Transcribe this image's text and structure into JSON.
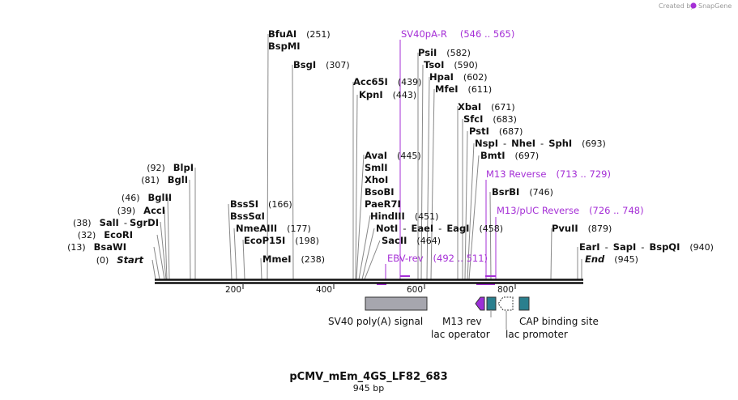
{
  "branding": {
    "created_by": "Created by",
    "product": "SnapGene"
  },
  "map": {
    "title": "pCMV_mEm_4GS_LF82_683",
    "length": "945 bp"
  },
  "ruler": {
    "ticks": [
      "200",
      "400",
      "600",
      "800"
    ]
  },
  "sites": [
    {
      "name": "Start",
      "pos": "(0)",
      "italic": true
    },
    {
      "name": "BsaWI",
      "pos": "(13)"
    },
    {
      "name": "EcoRI",
      "pos": "(32)"
    },
    {
      "name": "SalI",
      "sep": "-",
      "name2": "SgrDI",
      "pos": "(38)"
    },
    {
      "name": "AccI",
      "pos": "(39)"
    },
    {
      "name": "BglII",
      "pos": "(46)"
    },
    {
      "name": "BglI",
      "pos": "(81)"
    },
    {
      "name": "BlpI",
      "pos": "(92)"
    },
    {
      "name": "BssSI",
      "pos": "(166)"
    },
    {
      "name": "BssSαI"
    },
    {
      "name": "NmeAIII",
      "pos": "(177)"
    },
    {
      "name": "EcoP15I",
      "pos": "(198)"
    },
    {
      "name": "MmeI",
      "pos": "(238)"
    },
    {
      "name": "BfuAI",
      "pos": "(251)"
    },
    {
      "name": "BspMI"
    },
    {
      "name": "BsgI",
      "pos": "(307)"
    },
    {
      "name": "Acc65I",
      "pos": "(439)"
    },
    {
      "name": "KpnI",
      "pos": "(443)"
    },
    {
      "name": "AvaI",
      "pos": "(445)"
    },
    {
      "name": "SmlI"
    },
    {
      "name": "XhoI"
    },
    {
      "name": "BsoBI"
    },
    {
      "name": "PaeR7I"
    },
    {
      "name": "HindIII",
      "pos": "(451)"
    },
    {
      "name": "NotI",
      "sep": "-",
      "name2": "EaeI",
      "sep2": "-",
      "name3": "EagI",
      "pos": "(458)"
    },
    {
      "name": "SacII",
      "pos": "(464)"
    },
    {
      "name": "PsiI",
      "pos": "(582)"
    },
    {
      "name": "TsoI",
      "pos": "(590)"
    },
    {
      "name": "HpaI",
      "pos": "(602)"
    },
    {
      "name": "MfeI",
      "pos": "(611)"
    },
    {
      "name": "XbaI",
      "pos": "(671)"
    },
    {
      "name": "SfcI",
      "pos": "(683)"
    },
    {
      "name": "PstI",
      "pos": "(687)"
    },
    {
      "name": "NspI",
      "sep": "-",
      "name2": "NheI",
      "sep2": "-",
      "name3": "SphI",
      "pos": "(693)"
    },
    {
      "name": "BmtI",
      "pos": "(697)"
    },
    {
      "name": "BsrBI",
      "pos": "(746)"
    },
    {
      "name": "PvuII",
      "pos": "(879)"
    },
    {
      "name": "EarI",
      "sep": "-",
      "name2": "SapI",
      "sep2": "-",
      "name3": "BspQI",
      "pos": "(940)"
    },
    {
      "name": "End",
      "pos": "(945)",
      "italic": true
    }
  ],
  "primers": [
    {
      "name": "SV40pA-R",
      "range": "(546 .. 565)"
    },
    {
      "name": "EBV-rev",
      "range": "(492 .. 511)"
    },
    {
      "name": "M13 Reverse",
      "range": "(713 .. 729)"
    },
    {
      "name": "M13/pUC Reverse",
      "range": "(726 .. 748)"
    }
  ],
  "features": [
    {
      "name": "SV40 poly(A) signal",
      "color": "#a6a6ae"
    },
    {
      "name": "M13 rev",
      "color": "#9b2fd8"
    },
    {
      "name": "lac operator",
      "color": "#2a7f8e"
    },
    {
      "name": "lac promoter",
      "color": "#ffffff"
    },
    {
      "name": "CAP binding site",
      "color": "#2a7f8e"
    }
  ],
  "colors": {
    "primer": "#a52fd6",
    "feature_teal": "#2a7f8e",
    "backbone": "#111111"
  }
}
